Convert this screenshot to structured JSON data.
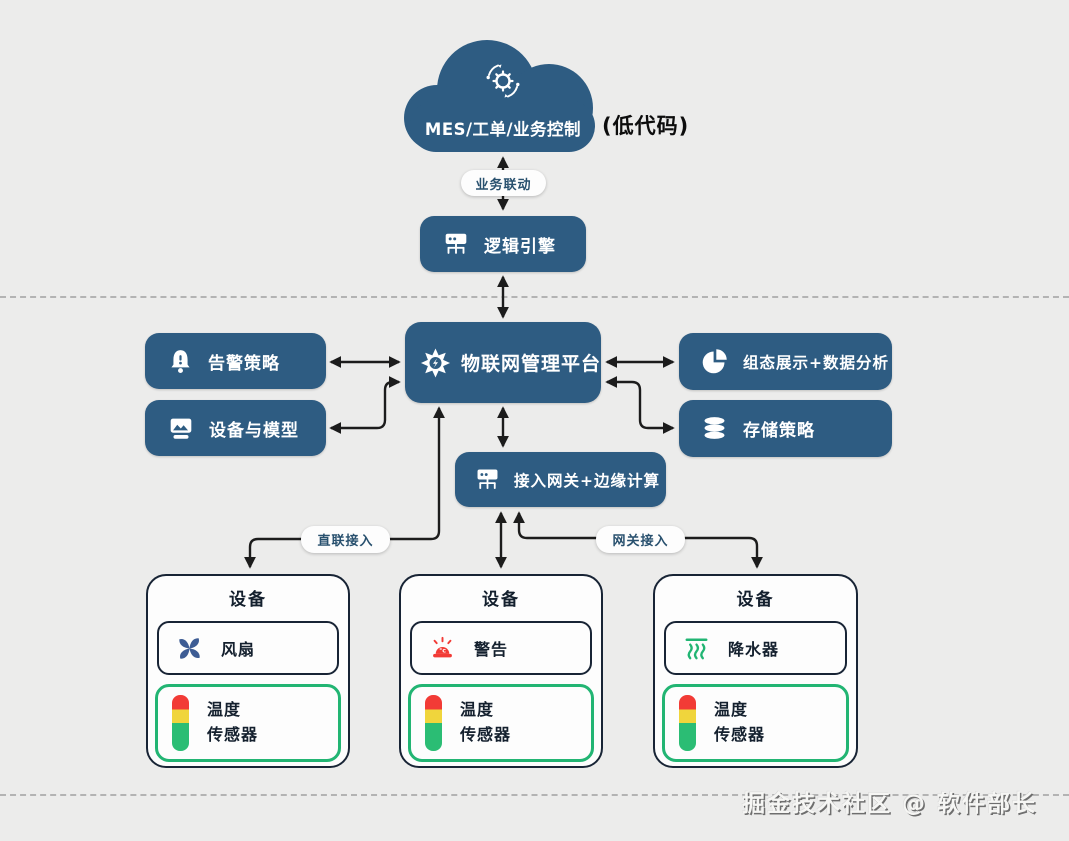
{
  "diagram": {
    "cloud": {
      "label": "MES/工单/业务控制",
      "icon": "gear-automation-icon"
    },
    "side_note": "(低代码)",
    "pills": {
      "business_link": "业务联动",
      "direct_access": "直联接入",
      "gateway_access": "网关接入"
    },
    "nodes": {
      "logic_engine": {
        "label": "逻辑引擎",
        "icon": "hub-icon"
      },
      "platform": {
        "label": "物联网管理平台",
        "icon": "gear-star-icon"
      },
      "alarm_policy": {
        "label": "告警策略",
        "icon": "alarm-bell-icon"
      },
      "device_model": {
        "label": "设备与模型",
        "icon": "image-card-icon"
      },
      "display_analysis": {
        "label": "组态展示+数据分析",
        "icon": "pie-chart-icon"
      },
      "storage_policy": {
        "label": "存储策略",
        "icon": "database-icon"
      },
      "gateway_edge": {
        "label": "接入网关+边缘计算",
        "icon": "hub-icon"
      }
    },
    "devices": [
      {
        "title": "设备",
        "peripheral": {
          "label": "风扇",
          "icon": "fan-icon"
        },
        "sensor": {
          "line1": "温度",
          "line2": "传感器",
          "icon": "traffic-light-bar-icon"
        }
      },
      {
        "title": "设备",
        "peripheral": {
          "label": "警告",
          "icon": "alarm-siren-icon",
          "icon_text": "°c"
        },
        "sensor": {
          "line1": "温度",
          "line2": "传感器",
          "icon": "traffic-light-bar-icon"
        }
      },
      {
        "title": "设备",
        "peripheral": {
          "label": "降水器",
          "icon": "steam-icon"
        },
        "sensor": {
          "line1": "温度",
          "line2": "传感器",
          "icon": "traffic-light-bar-icon"
        }
      }
    ],
    "watermark": "掘金技术社区 @ 软件部长",
    "colors": {
      "node_blue": "#2e5c82",
      "arrow_dark": "#1c1c1c",
      "card_border": "#182435",
      "sensor_green": "#22b573",
      "alarm_red": "#f23b36",
      "fan_blue": "#3d5c94",
      "background": "#ececeb"
    }
  }
}
